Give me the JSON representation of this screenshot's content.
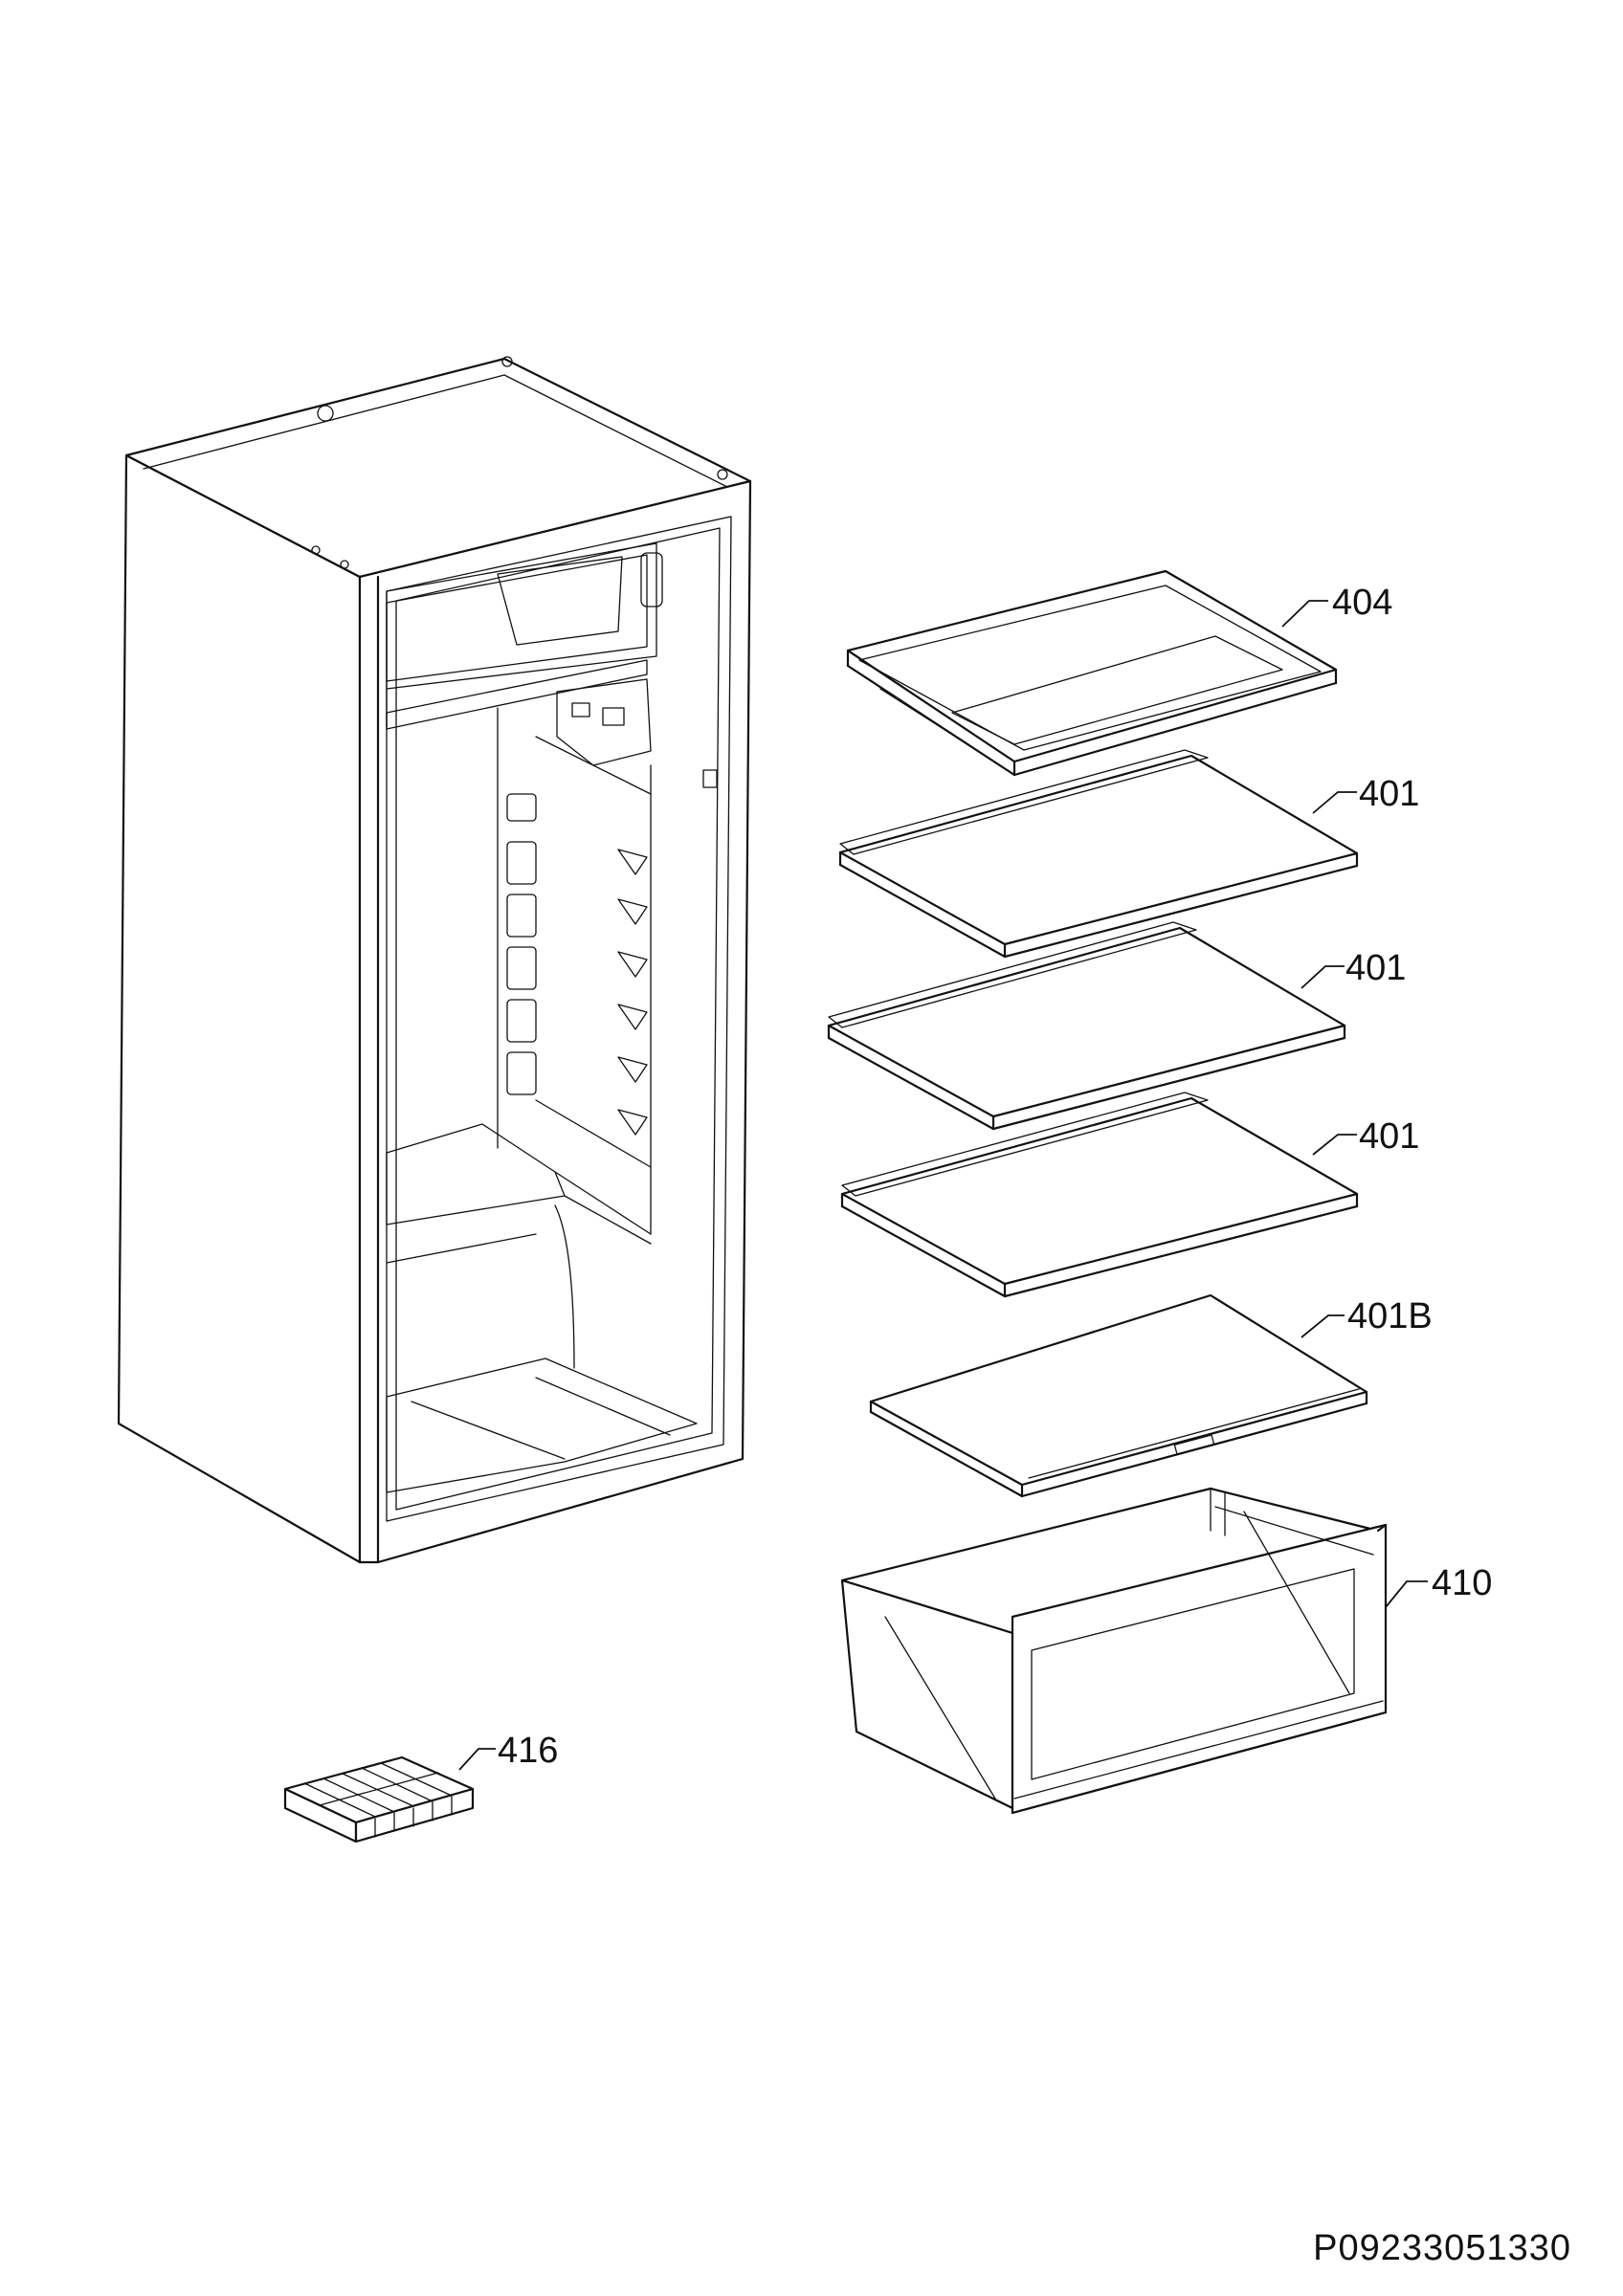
{
  "parts": [
    {
      "name": "part-404-shelf",
      "label": "404"
    },
    {
      "name": "part-401-shelf-1",
      "label": "401"
    },
    {
      "name": "part-401-shelf-2",
      "label": "401"
    },
    {
      "name": "part-401-shelf-3",
      "label": "401"
    },
    {
      "name": "part-401B-crisper-cover",
      "label": "401B"
    },
    {
      "name": "part-410-crisper-drawer",
      "label": "410"
    },
    {
      "name": "part-416-ice-tray",
      "label": "416"
    }
  ],
  "drawing_code": "P09233051330"
}
